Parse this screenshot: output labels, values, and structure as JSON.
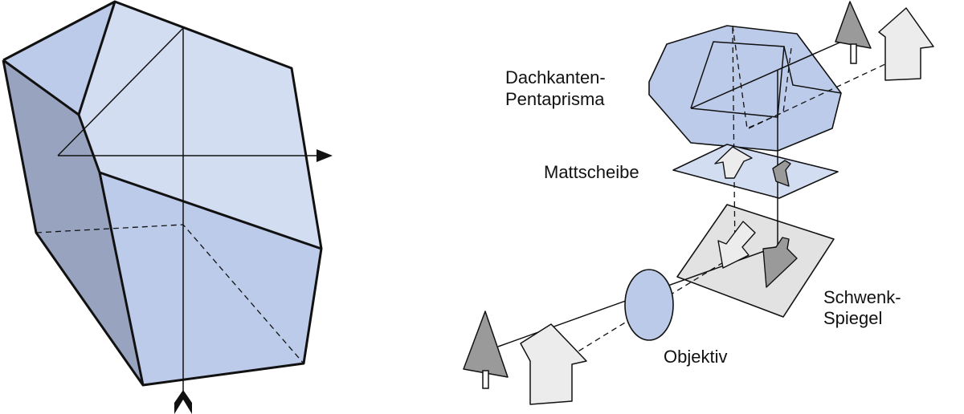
{
  "labels": {
    "prism_line1": "Dachkanten-",
    "prism_line2": "Pentaprisma",
    "screen": "Mattscheibe",
    "mirror_line1": "Schwenk-",
    "mirror_line2": "Spiegel",
    "lens": "Objektiv"
  },
  "colors": {
    "light_face": "#d3ddf1",
    "mid_face": "#bdcbea",
    "dark_face": "#98a4bf",
    "lens_fill": "#bccaea",
    "mirror_fill": "#e2e2e2",
    "gray_arrow": "#9a9a9a",
    "light_arrow": "#ececec",
    "stroke": "#111111"
  }
}
